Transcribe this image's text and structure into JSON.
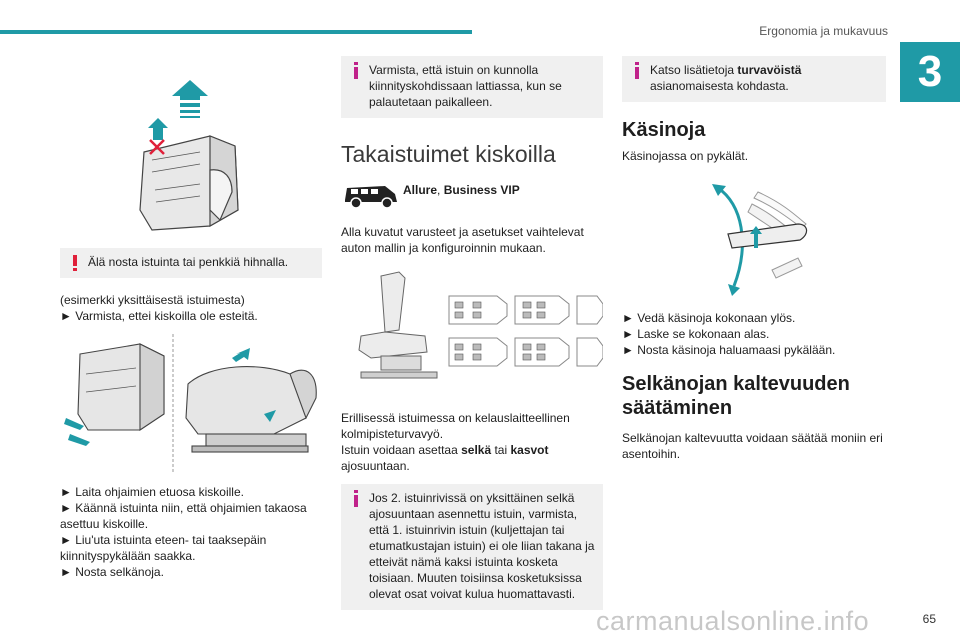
{
  "header": {
    "section_title": "Ergonomia ja mukavuus",
    "chapter_number": "3"
  },
  "colors": {
    "accent": "#1f9aa6",
    "warning": "#e0203a",
    "info": "#c0228a",
    "note_bg": "#f0f0f0"
  },
  "col1": {
    "warning_text": "Älä nosta istuinta tai penkkiä hihnalla.",
    "example_text": "(esimerkki yksittäisestä istuimesta)",
    "step_a": "► Varmista, ettei kiskoilla ole esteitä.",
    "steps": [
      "► Laita ohjaimien etuosa kiskoille.",
      "► Käännä istuinta niin, että ohjaimien takaosa asettuu kiskoille.",
      "► Liu'uta istuinta eteen- tai taaksepäin kiinnityspykälään saakka.",
      "► Nosta selkänoja."
    ]
  },
  "col2": {
    "info_top": "Varmista, että istuin on kunnolla kiinnityskohdissaan lattiassa, kun se palautetaan paikalleen.",
    "heading": "Takaistuimet kiskoilla",
    "versions_a": "Allure",
    "versions_sep": ", ",
    "versions_b": "Business VIP",
    "intro": "Alla kuvatut varusteet ja asetukset vaihtelevat auton mallin ja konfiguroinnin mukaan.",
    "para1": "Erillisessä istuimessa on kelauslaitteellinen kolmipisteturvavyö.",
    "para2_a": "Istuin voidaan asettaa ",
    "para2_b": "selkä",
    "para2_c": " tai ",
    "para2_d": "kasvot",
    "para2_e": " ajosuuntaan.",
    "info_bottom": "Jos 2. istuinrivissä on yksittäinen selkä ajosuuntaan asennettu istuin, varmista, että 1. istuinrivin istuin (kuljettajan tai etumatkustajan istuin) ei ole liian takana ja etteivät nämä kaksi istuinta kosketa toisiaan. Muuten toisiinsa kosketuksissa olevat osat voivat kulua huomattavasti."
  },
  "col3": {
    "info_a": "Katso lisätietoja ",
    "info_b": "turvavöistä",
    "info_c": " asianomaisesta kohdasta.",
    "heading1": "Käsinoja",
    "desc1": "Käsinojassa on pykälät.",
    "steps": [
      "► Vedä käsinoja kokonaan ylös.",
      "► Laske se kokonaan alas.",
      "► Nosta käsinoja haluamaasi pykälään."
    ],
    "heading2": "Selkänojan kaltevuuden säätäminen",
    "desc2": "Selkänojan kaltevuutta voidaan säätää moniin eri asentoihin."
  },
  "footer": {
    "page_number": "65",
    "watermark": "carmanualsonline.info"
  }
}
